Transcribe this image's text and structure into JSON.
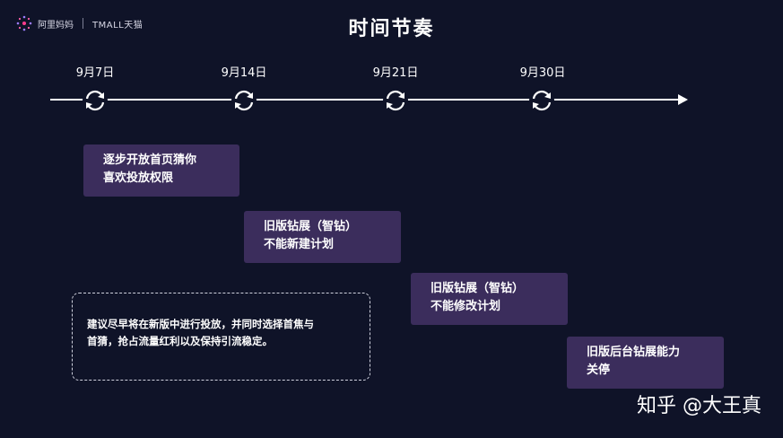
{
  "header": {
    "brand": "阿里妈妈",
    "partner": "TMALL天猫",
    "title": "时间节奏"
  },
  "timeline": {
    "dates": [
      "9月7日",
      "9月14日",
      "9月21日",
      "9月30日"
    ]
  },
  "milestones": [
    {
      "line1": "逐步开放首页猜你",
      "line2": "喜欢投放权限"
    },
    {
      "line1": "旧版钻展（智钻）",
      "line2": "不能新建计划"
    },
    {
      "line1": "旧版钻展（智钻）",
      "line2": "不能修改计划"
    },
    {
      "line1": "旧版后台钻展能力",
      "line2": "关停"
    }
  ],
  "note": {
    "line1": "建议尽早将在新版中进行投放，并同时选择首焦与",
    "line2": "首猜，抢占流量红利以及保持引流稳定。"
  },
  "watermark": "知乎 @大王真",
  "colors": {
    "background": "#0f1328",
    "card": "#3b2d5c"
  }
}
